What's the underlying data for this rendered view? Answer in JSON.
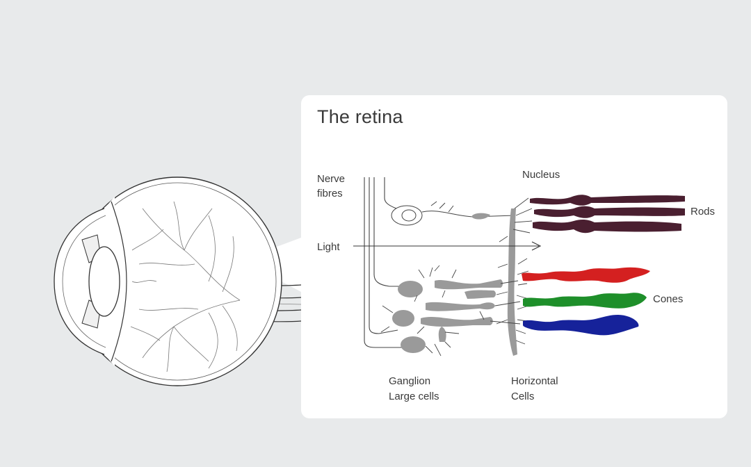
{
  "title": "The retina",
  "labels": {
    "nerve_fibres_1": "Nerve",
    "nerve_fibres_2": "fibres",
    "nucleus": "Nucleus",
    "rods": "Rods",
    "light": "Light",
    "cones": "Cones",
    "ganglion_1": "Ganglion",
    "ganglion_2": "Large cells",
    "horizontal_1": "Horizontal",
    "horizontal_2": "Cells"
  },
  "colors": {
    "background": "#e8eaeb",
    "card": "#ffffff",
    "rod": "#4a1f30",
    "cone_red": "#d42020",
    "cone_green": "#1e8f2a",
    "cone_blue": "#16229a",
    "cell_gray": "#9a9a9a",
    "line": "#555555"
  }
}
